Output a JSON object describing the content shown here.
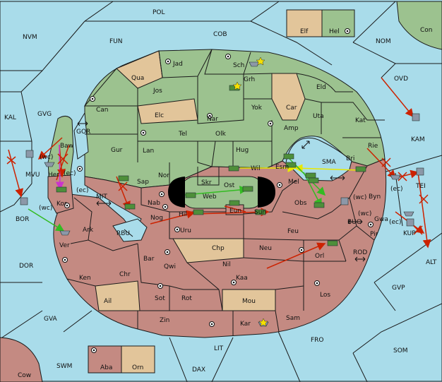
{
  "colors": {
    "sea": "#a9dcea",
    "green_power": "#9cc28f",
    "red_power": "#c48a82",
    "neutral": "#e2c59a",
    "unit_green": "#4e8f3a",
    "unit_grey": "#8c98a8",
    "move_red": "#cc2200",
    "move_green": "#33bb22",
    "move_yellow": "#e8e800",
    "move_magenta": "#cc33cc"
  },
  "legend": {
    "top_left_label": "Elf",
    "top_right_label": "Hel",
    "bottom_left_label": "Aba",
    "bottom_right_label": "Orn"
  },
  "sea_labels": {
    "pol": "POL",
    "cob": "COB",
    "fun": "FUN",
    "nvm": "NVM",
    "nom": "NOM",
    "ovd": "OVD",
    "kam": "KAM",
    "gvg": "GVG",
    "kal": "KAL",
    "gor": "GOR",
    "mvu": "MVU",
    "bor": "BOR",
    "dor": "DOR",
    "gva": "GVA",
    "swm": "SWM",
    "lit": "LIT",
    "dax": "DAX",
    "fro": "FRO",
    "som": "SOM",
    "gvp": "GVP",
    "alt": "ALT",
    "kup": "KUP",
    "tei": "TEI",
    "buc": "BUC",
    "rod": "ROD",
    "sma": "SMA",
    "mit": "MIT",
    "rbu": "RBU"
  },
  "coast_tags": {
    "wc_mvu": "(wc)",
    "ec_her": "(ec)",
    "ec_kor": "(ec)",
    "wc_bor": "(wc)",
    "wc_byn": "(wc)",
    "ec_byn": "(ec)",
    "wc_gwa": "(wc)",
    "ec_gwa": "(ec)"
  },
  "land_labels": {
    "con": "Con",
    "cow": "Cow",
    "jad": "Jad",
    "sch": "Sch",
    "qua": "Qua",
    "jos": "Jos",
    "grh": "Grh",
    "eld": "Eld",
    "can": "Can",
    "elc": "Elc",
    "nar": "Nar",
    "yok": "Yok",
    "car": "Car",
    "uta": "Uta",
    "kat": "Kat",
    "tel": "Tel",
    "olk": "Olk",
    "amp": "Amp",
    "gur": "Gur",
    "lan": "Lan",
    "hug": "Hug",
    "bri": "Bri",
    "rie": "Rie",
    "nor": "Nor",
    "skr": "Skr",
    "wil": "Wil",
    "esm": "Esm",
    "sap": "Sap",
    "ost": "Ost",
    "web": "Web",
    "mel": "Mel",
    "byn": "Byn",
    "baw": "Baw",
    "her": "Her",
    "kor": "Kor",
    "nab": "Nab",
    "eun": "Eun",
    "sun": "Sun",
    "obs": "Obs",
    "gwa": "Gwa",
    "ark": "Ark",
    "nog": "Nog",
    "hil": "Hil",
    "uru": "Uru",
    "feu": "Feu",
    "pir": "Pir",
    "ver": "Ver",
    "chp": "Chp",
    "neu": "Neu",
    "orl": "Orl",
    "bar": "Bar",
    "qwi": "Qwi",
    "nil": "Nil",
    "ken": "Ken",
    "chr": "Chr",
    "kaa": "Kaa",
    "sot": "Sot",
    "rot": "Rot",
    "los": "Los",
    "ail": "Ail",
    "mou": "Mou",
    "zin": "Zin",
    "sam": "Sam",
    "kar": "Kar"
  }
}
